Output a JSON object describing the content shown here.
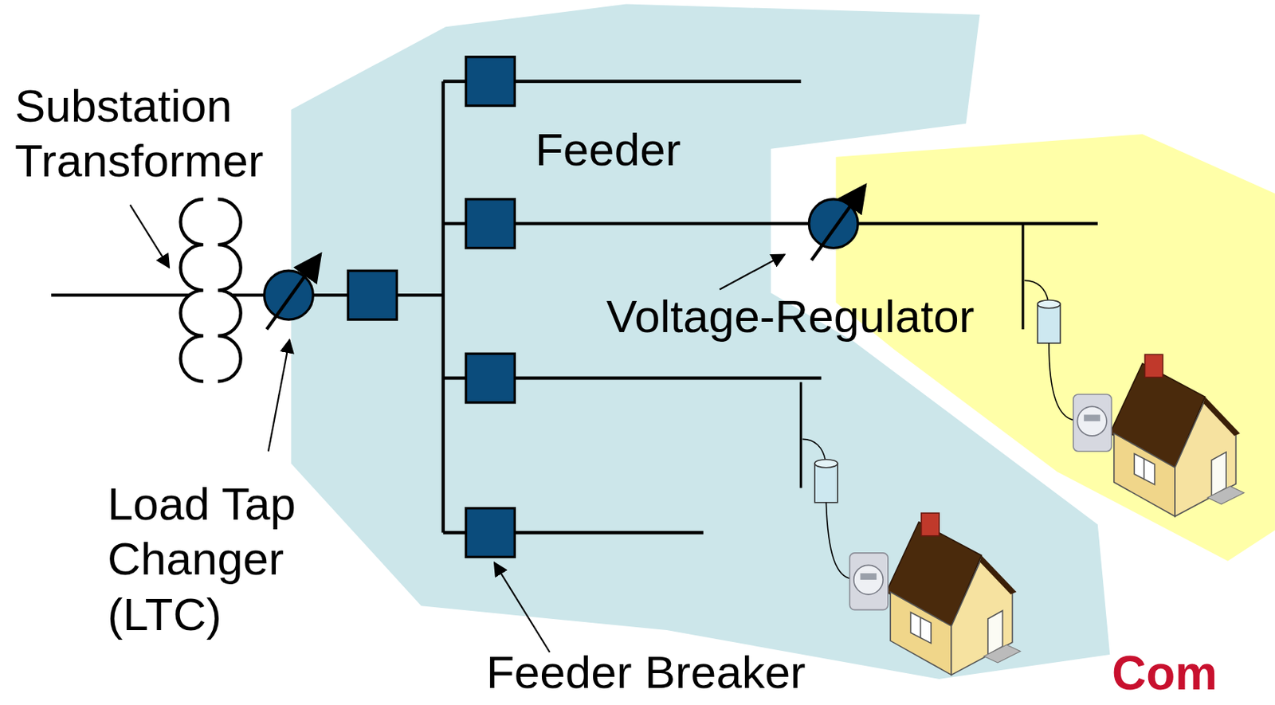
{
  "diagram": {
    "labels": [
      "Substation Transformer",
      "Load Tap Changer (LTC)",
      "Feeder",
      "Voltage-Regulator",
      "Feeder Breaker",
      "Com"
    ]
  }
}
